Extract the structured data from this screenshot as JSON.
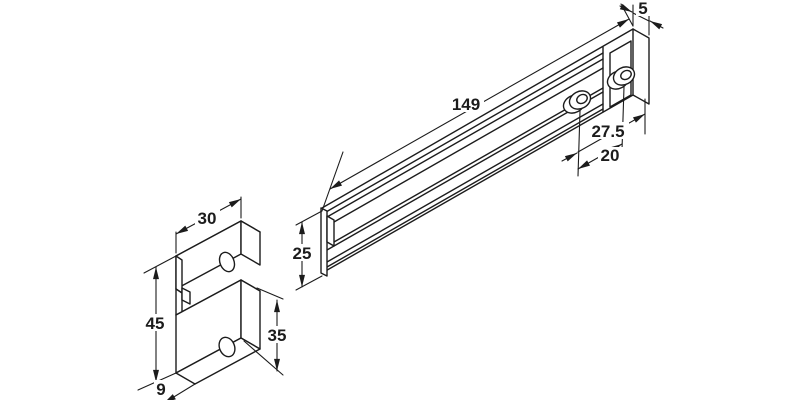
{
  "drawing": {
    "background": "#ffffff",
    "line_color": "#1c1c1c",
    "dimensions": {
      "rail": {
        "length": "149",
        "end_depth": "5",
        "hole_to_end": "27.5",
        "hole_spacing": "20",
        "height": "25"
      },
      "plate": {
        "width": "30",
        "height": "45",
        "lower_height": "35",
        "depth": "9"
      }
    }
  }
}
